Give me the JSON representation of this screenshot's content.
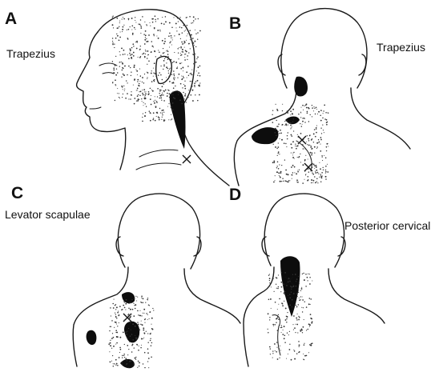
{
  "panels": [
    {
      "letter": "A",
      "label": "Trapezius"
    },
    {
      "letter": "B",
      "label": "Trapezius"
    },
    {
      "letter": "C",
      "label": "Levator scapulae"
    },
    {
      "letter": "D",
      "label": "Posterior cervical"
    }
  ],
  "colors": {
    "ink": "#111111",
    "stipple": "#333333",
    "background": "#ffffff"
  }
}
